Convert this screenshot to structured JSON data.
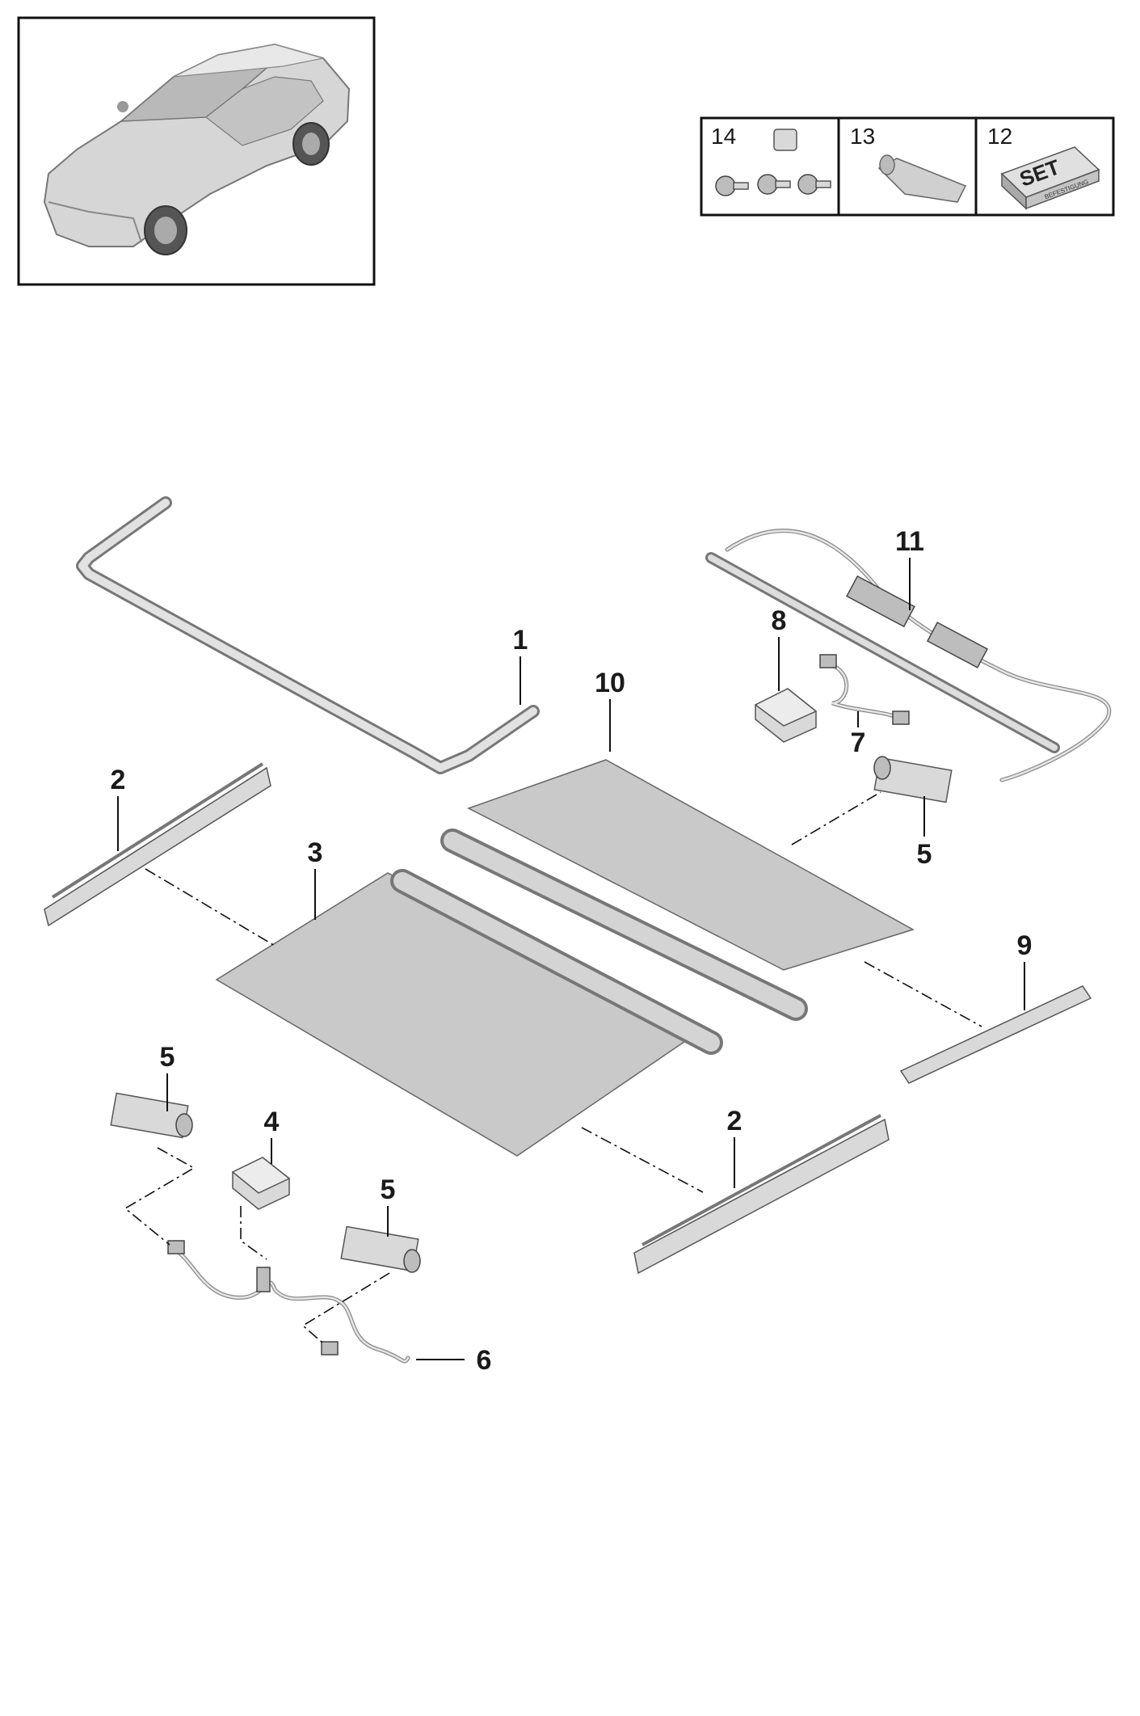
{
  "thumbnail_box": {},
  "legend_boxes": [
    {
      "number": "14"
    },
    {
      "number": "13"
    },
    {
      "number": "12",
      "set_label": "SET",
      "set_sub": "BEFESTIGUNG"
    }
  ],
  "callouts": [
    {
      "label": "1"
    },
    {
      "label": "2"
    },
    {
      "label": "3"
    },
    {
      "label": "10"
    },
    {
      "label": "11"
    },
    {
      "label": "8"
    },
    {
      "label": "7"
    },
    {
      "label": "5"
    },
    {
      "label": "9"
    },
    {
      "label": "5"
    },
    {
      "label": "4"
    },
    {
      "label": "5"
    },
    {
      "label": "2"
    },
    {
      "label": "6"
    }
  ]
}
